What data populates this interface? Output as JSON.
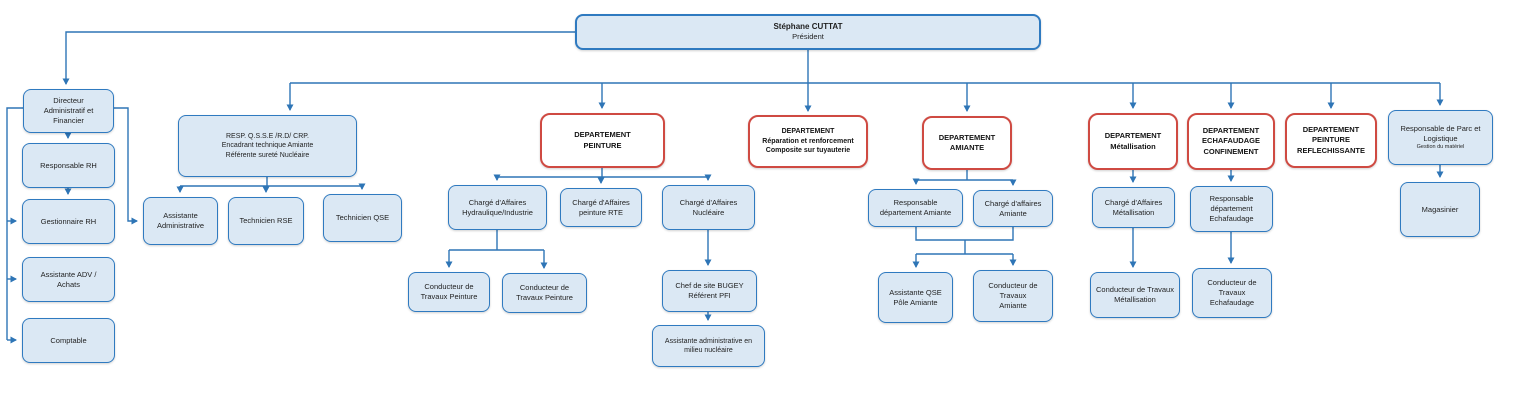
{
  "colors": {
    "node-fill": "#dbe8f4",
    "node-border": "#2f7ac0",
    "dept-border": "#cf4a42",
    "connector": "#2e75b6",
    "text": "#1f1f1f"
  },
  "nodes": {
    "president": {
      "l1": "Stéphane CUTTAT",
      "l2": "Président"
    },
    "directeur": {
      "l1": "Directeur",
      "l2": "Administratif et",
      "l3": "Financier"
    },
    "resp_rh": {
      "l1": "Responsable RH"
    },
    "gest_rh": {
      "l1": "Gestionnaire RH"
    },
    "adv": {
      "l1": "Assistante ADV /",
      "l2": "Achats"
    },
    "comptable": {
      "l1": "Comptable"
    },
    "resp_qsse": {
      "l1": "RESP. Q.S.S.E /R.D/ CRP.",
      "l2": "Encadrant technique Amiante",
      "l3": "Référente sureté Nucléaire"
    },
    "assist_admin": {
      "l1": "Assistante",
      "l2": "Administrative"
    },
    "tech_rse": {
      "l1": "Technicien RSE"
    },
    "tech_qse": {
      "l1": "Technicien QSE"
    },
    "dept_peinture": {
      "l1": "DEPARTEMENT",
      "l2": "PEINTURE"
    },
    "ca_hydr": {
      "l1": "Chargé d'Affaires",
      "l2": "Hydraulique/Industrie"
    },
    "ca_rte": {
      "l1": "Chargé d'Affaires",
      "l2": "peinture RTE"
    },
    "ca_nucl": {
      "l1": "Chargé d'Affaires",
      "l2": "Nucléaire"
    },
    "cond_p1": {
      "l1": "Conducteur de",
      "l2": "Travaux Peinture"
    },
    "cond_p2": {
      "l1": "Conducteur de",
      "l2": "Travaux Peinture"
    },
    "chef_bugey": {
      "l1": "Chef de site BUGEY",
      "l2": "Référent  PFI"
    },
    "assist_nucl": {
      "l1": "Assistante administrative en",
      "l2": "milieu nucléaire"
    },
    "dept_repar": {
      "l1": "DEPARTEMENT",
      "l2": "Réparation et renforcement",
      "l3": "Composite sur tuyauterie"
    },
    "dept_amiante": {
      "l1": "DEPARTEMENT",
      "l2": "AMIANTE"
    },
    "resp_amiante": {
      "l1": "Responsable",
      "l2": "département Amiante"
    },
    "ca_amiante": {
      "l1": "Chargé d'affaires",
      "l2": "Amiante"
    },
    "assist_qse": {
      "l1": "Assistante QSE",
      "l2": "Pôle Amiante"
    },
    "cond_amiante": {
      "l1": "Conducteur de",
      "l2": "Travaux",
      "l3": "Amiante"
    },
    "dept_met": {
      "l1": "DEPARTEMENT",
      "l2": "Métallisation"
    },
    "ca_met": {
      "l1": "Chargé d'Affaires",
      "l2": "Métallisation"
    },
    "cond_met": {
      "l1": "Conducteur de Travaux",
      "l2": "Métallisation"
    },
    "dept_ech": {
      "l1": "DEPARTEMENT",
      "l2": "ECHAFAUDAGE",
      "l3": "CONFINEMENT"
    },
    "resp_ech": {
      "l1": "Responsable",
      "l2": "département",
      "l3": "Echafaudage"
    },
    "cond_ech": {
      "l1": "Conducteur de",
      "l2": "Travaux",
      "l3": "Echafaudage"
    },
    "dept_refl": {
      "l1": "DEPARTEMENT",
      "l2": "PEINTURE",
      "l3": "REFLECHISSANTE"
    },
    "resp_parc": {
      "l1": "Responsable de Parc et",
      "l2": "Logistique",
      "l3": "Gestion du matériel"
    },
    "magasinier": {
      "l1": "Magasinier"
    }
  }
}
